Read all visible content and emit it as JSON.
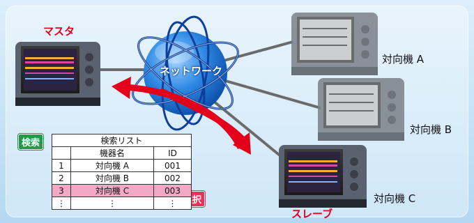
{
  "master_label": "マスタ",
  "slave_label": "スレーブ",
  "network_label": "ネットワーク",
  "devices": {
    "a": "対向機 A",
    "b": "対向機 B",
    "c": "対向機 C"
  },
  "search_tag": "検索",
  "select_tag": "選択",
  "search_list": {
    "title": "検索リスト",
    "headers": [
      "",
      "機器名",
      "ID"
    ],
    "rows": [
      [
        "1",
        "対向機 A",
        "001"
      ],
      [
        "2",
        "対向機 B",
        "002"
      ],
      [
        "3",
        "対向機 C",
        "003"
      ],
      [
        "⋮",
        "⋮",
        "⋮"
      ]
    ]
  },
  "colors": {
    "accent_red": "#e3001b",
    "search_green": "#1f9b4a",
    "select_pink": "#e6335a",
    "selected_row": "#f3a8c4",
    "globe_blue": "#1a6fd0"
  }
}
